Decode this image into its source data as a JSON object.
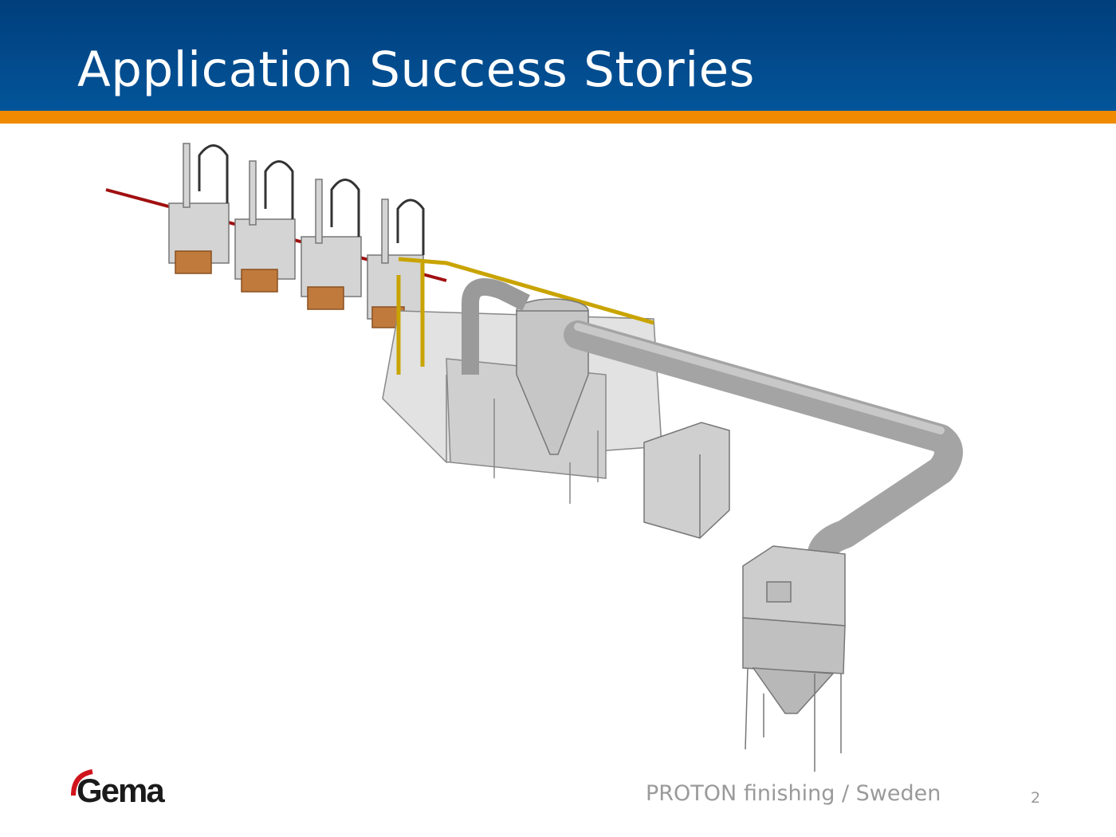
{
  "slide": {
    "title": "Application Success Stories",
    "caption": "PROTON finishing / Sweden",
    "page_number": "2",
    "logo_text": "Gema"
  },
  "colors": {
    "header_blue": "#02559a",
    "accent_orange": "#f08a00",
    "logo_red": "#d0141c",
    "conveyor_red": "#a01010",
    "rail_yellow": "#c9a400"
  }
}
